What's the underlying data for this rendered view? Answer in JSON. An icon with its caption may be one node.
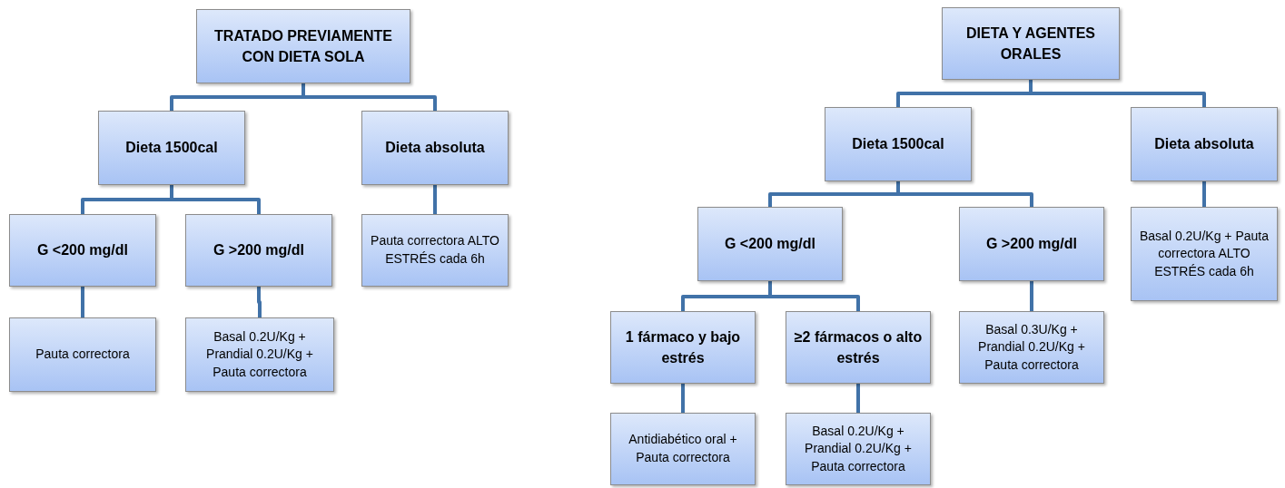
{
  "diagram": {
    "nodes": [
      {
        "text": [
          "TRATADO PREVIAMENTE CON DIETA SOLA"
        ]
      },
      {
        "text": [
          "Dieta 1500cal"
        ]
      },
      {
        "text": [
          "Dieta absoluta"
        ]
      },
      {
        "text": [
          "G <200 mg/dl"
        ]
      },
      {
        "text": [
          "G >200 mg/dl"
        ]
      },
      {
        "text": [
          "Pauta correctora ALTO ESTRÉS cada 6h"
        ]
      },
      {
        "text": [
          "Pauta correctora"
        ]
      },
      {
        "text": [
          "Basal 0.2U/Kg + Prandial 0.2U/Kg + Pauta correctora"
        ]
      },
      {
        "text": [
          "DIETA Y AGENTES ORALES"
        ]
      },
      {
        "text": [
          "Dieta 1500cal"
        ]
      },
      {
        "text": [
          "Dieta absoluta"
        ]
      },
      {
        "text": [
          "G <200 mg/dl"
        ]
      },
      {
        "text": [
          "G >200 mg/dl"
        ]
      },
      {
        "text": [
          "Basal 0.2U/Kg + Pauta correctora ALTO ESTRÉS cada 6h"
        ]
      },
      {
        "text": [
          "1 fármaco y bajo estrés"
        ]
      },
      {
        "text": [
          "≥2 fármacos o alto estrés"
        ]
      },
      {
        "text": [
          "Basal 0.3U/Kg + Prandial 0.2U/Kg + Pauta correctora"
        ]
      },
      {
        "text": [
          "Antidiabético oral + Pauta correctora"
        ]
      },
      {
        "text": [
          "Basal 0.2U/Kg + Prandial 0.2U/Kg + Pauta correctora"
        ]
      }
    ],
    "edges": [
      {
        "from": 0,
        "to": 1,
        "arrow": "none"
      },
      {
        "from": 0,
        "to": 2,
        "arrow": "none"
      },
      {
        "from": 1,
        "to": 3,
        "arrow": "none"
      },
      {
        "from": 1,
        "to": 4,
        "arrow": "none"
      },
      {
        "from": 2,
        "to": 5,
        "arrow": "none"
      },
      {
        "from": 3,
        "to": 6,
        "arrow": "none"
      },
      {
        "from": 4,
        "to": 7,
        "arrow": "none"
      },
      {
        "from": 8,
        "to": 9,
        "arrow": "none"
      },
      {
        "from": 8,
        "to": 10,
        "arrow": "none"
      },
      {
        "from": 9,
        "to": 11,
        "arrow": "none"
      },
      {
        "from": 9,
        "to": 12,
        "arrow": "none"
      },
      {
        "from": 10,
        "to": 13,
        "arrow": "none"
      },
      {
        "from": 11,
        "to": 14,
        "arrow": "none"
      },
      {
        "from": 11,
        "to": 15,
        "arrow": "none"
      },
      {
        "from": 12,
        "to": 16,
        "arrow": "none"
      },
      {
        "from": 14,
        "to": 17,
        "arrow": "none"
      },
      {
        "from": 15,
        "to": 18,
        "arrow": "none"
      }
    ]
  }
}
